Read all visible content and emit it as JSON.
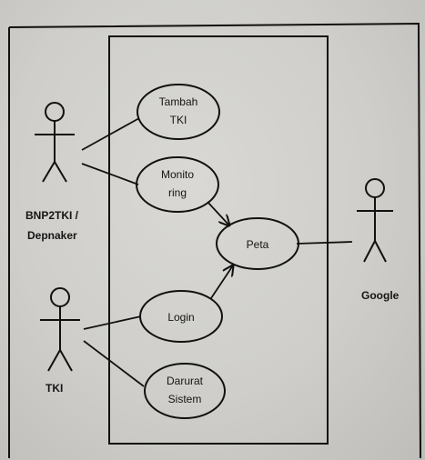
{
  "actors": {
    "bnp2tki": {
      "line1": "BNP2TKI /",
      "line2": "Depnaker"
    },
    "tki": {
      "label": "TKI"
    },
    "google": {
      "label": "Google"
    }
  },
  "use_cases": {
    "tambah_tki": {
      "line1": "Tambah",
      "line2": "TKI"
    },
    "monitoring": {
      "line1": "Monito",
      "line2": "ring"
    },
    "peta": {
      "label": "Peta"
    },
    "login": {
      "label": "Login"
    },
    "darurat_sistem": {
      "line1": "Darurat",
      "line2": "Sistem"
    }
  },
  "colors": {
    "ink": "#111111",
    "paper": "#d6d5d1"
  }
}
